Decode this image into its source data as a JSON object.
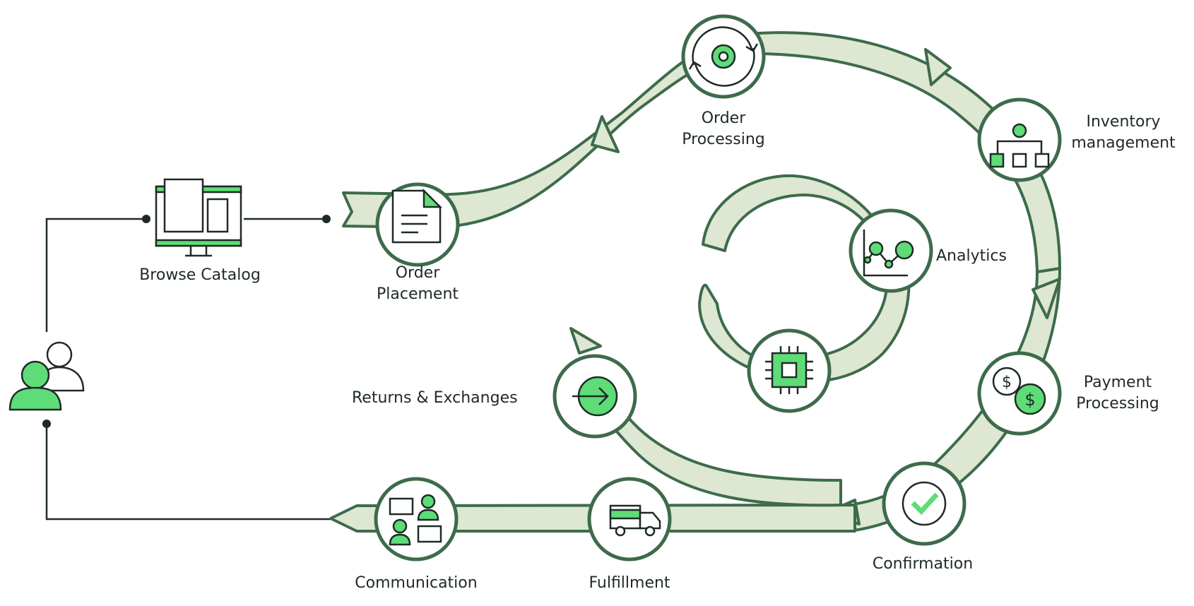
{
  "colors": {
    "dark_green": "#3d6b4b",
    "band_fill": "#dde7d2",
    "accent_green": "#5edc78",
    "line": "#1f2a26"
  },
  "actor": {
    "icon": "users-icon"
  },
  "browse_catalog": {
    "label": "Browse Catalog",
    "icon": "devices-icon"
  },
  "steps": {
    "order_placement": {
      "line1": "Order",
      "line2": "Placement",
      "icon": "document-icon"
    },
    "order_processing": {
      "line1": "Order",
      "line2": "Processing",
      "icon": "gear-cycle-icon"
    },
    "inventory": {
      "line1": "Inventory",
      "line2": "management",
      "icon": "workflow-icon"
    },
    "payment": {
      "line1": "Payment",
      "line2": "Processing",
      "icon": "coins-icon"
    },
    "confirmation": {
      "label": "Confirmation",
      "icon": "verified-badge-icon"
    },
    "fulfillment": {
      "label": "Fulfillment",
      "icon": "truck-icon"
    },
    "communication": {
      "label": "Communication",
      "icon": "chat-users-icon"
    },
    "returns": {
      "label": "Returns & Exchanges",
      "icon": "arrow-right-icon"
    },
    "analytics": {
      "label": "Analytics",
      "icon": "line-chart-icon"
    },
    "chip": {
      "icon": "chip-icon"
    }
  }
}
